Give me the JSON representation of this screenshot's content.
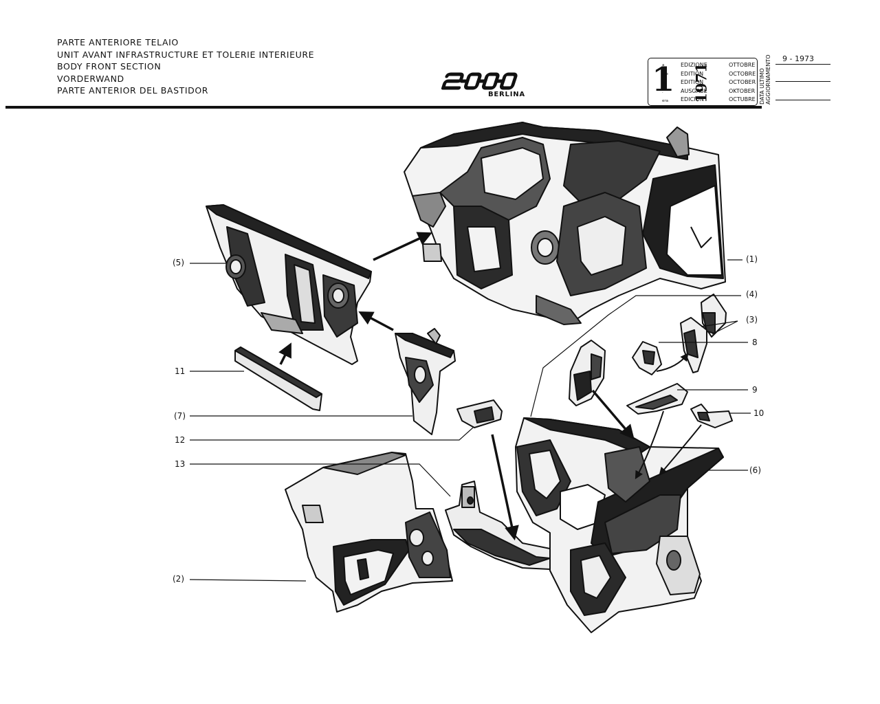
{
  "header": {
    "titles": [
      "PARTE ANTERIORE TELAIO",
      "UNIT AVANT INFRASTRUCTURE ET TOLERIE INTERIEURE",
      "BODY FRONT SECTION",
      "VORDERWAND",
      "PARTE ANTERIOR DEL BASTIDOR"
    ],
    "logo_text": "2000",
    "logo_subtitle": "BERLINA"
  },
  "edition_box": {
    "number": "1",
    "suffixes": [
      "a",
      "ere",
      "st",
      ".",
      "era"
    ],
    "labels": [
      "EDIZIONE",
      "EDITION",
      "EDITION",
      "AUSGABE",
      "EDICION"
    ],
    "year": "1971",
    "months": [
      "OTTOBRE",
      "OCTOBRE",
      "OCTOBER",
      "OKTOBER",
      "OCTUBRE"
    ],
    "update_label_line1": "DATA ULTIMO",
    "update_label_line2": "AGGIORNAMENTO",
    "update_date": "9 - 1973"
  },
  "callouts": {
    "c1": "(1)",
    "c2": "(2)",
    "c3": "(3)",
    "c4": "(4)",
    "c5": "(5)",
    "c6": "(6)",
    "c7": "(7)",
    "c8": "8",
    "c9": "9",
    "c10": "10",
    "c11": "11",
    "c12": "12",
    "c13": "13"
  }
}
